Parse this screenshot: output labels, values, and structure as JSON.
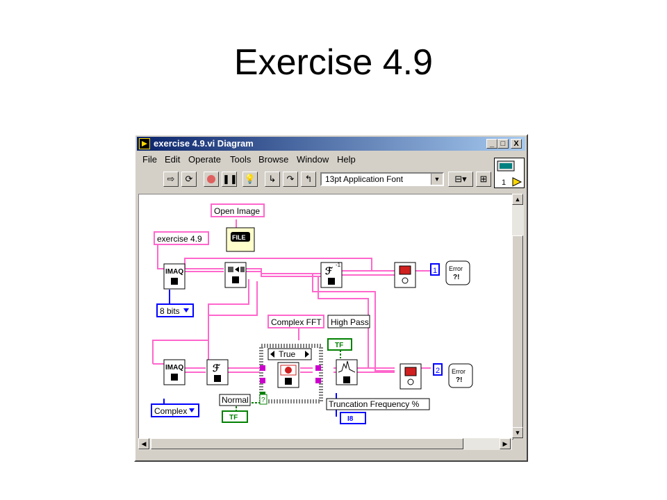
{
  "slide": {
    "title": "Exercise 4.9"
  },
  "window": {
    "title": "exercise 4.9.vi Diagram",
    "controls": {
      "minimize": "_",
      "maximize": "□",
      "close": "X"
    }
  },
  "menu": [
    "File",
    "Edit",
    "Operate",
    "Tools",
    "Browse",
    "Window",
    "Help"
  ],
  "toolbar": {
    "font": "13pt Application Font",
    "icons": [
      "run-arrow-icon",
      "run-continuous-icon",
      "abort-icon",
      "pause-icon",
      "highlight-execution-icon",
      "step-into-icon",
      "step-over-icon",
      "step-out-icon"
    ],
    "connector_number": "1"
  },
  "diagram": {
    "labels": {
      "open_image": "Open Image",
      "file_name": "exercise 4.9",
      "bits": "8 bits",
      "complex_fft": "Complex FFT",
      "high_pass": "High Pass",
      "case_selector": "True",
      "normal": "Normal",
      "tf1": "TF",
      "tf2": "TF",
      "question": "?",
      "truncation": "Truncation Frequency %",
      "i8": "I8",
      "complex": "Complex",
      "display1": "1",
      "display2": "2",
      "imaq": "IMAQ",
      "error": "Error",
      "error_mark": "?!",
      "file_icon": "FILE"
    }
  },
  "colors": {
    "wire_pink": "#ff66cc",
    "wire_blue": "#0000ff",
    "wire_green": "#008000",
    "titlebar": "#0a246a"
  }
}
